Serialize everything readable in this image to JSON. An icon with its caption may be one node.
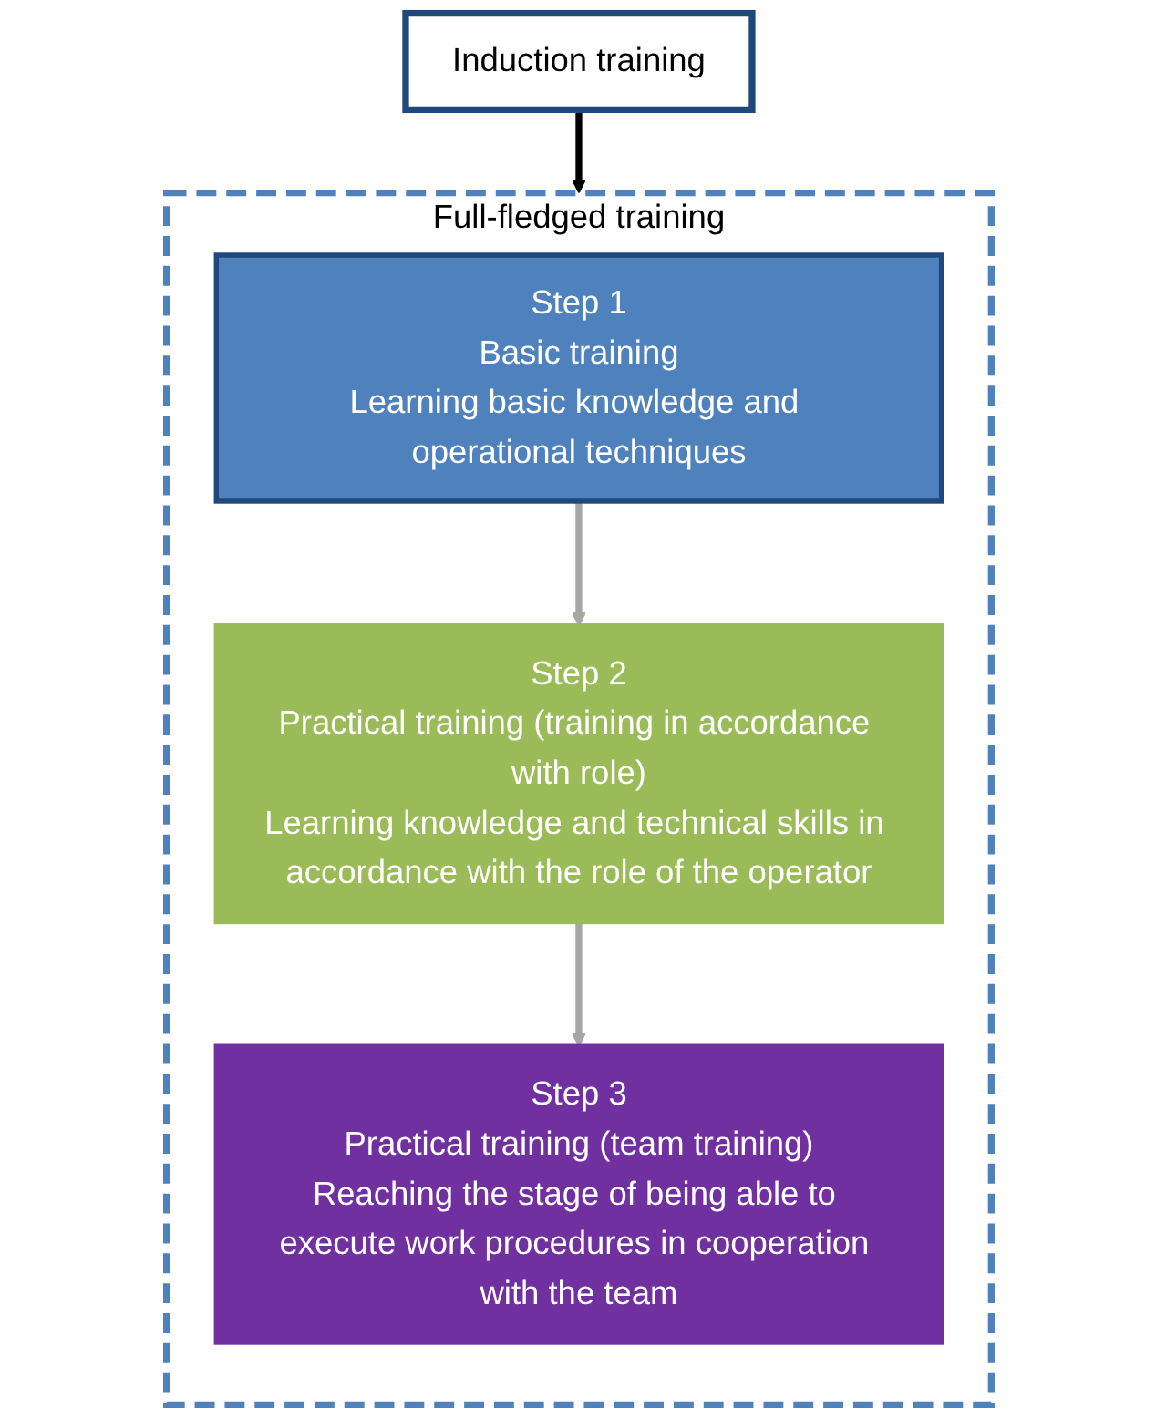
{
  "diagram": {
    "nodes": [
      {
        "text": [
          "Induction training"
        ]
      },
      {
        "text": [
          "Full-fledged training"
        ]
      },
      {
        "text": [
          "Step 1",
          "Basic training",
          "Learning basic knowledge and operational techniques"
        ],
        "in": 1
      },
      {
        "text": [
          "Step 2",
          "Practical training (training in accordance with role)",
          "Learning knowledge and technical skills in accordance with the role of the operator"
        ],
        "in": 1
      },
      {
        "text": [
          "Step 3",
          "Practical training (team training)",
          "Reaching the stage of being able to execute work procedures in cooperation with the team"
        ],
        "in": 1
      }
    ],
    "edges": [
      {
        "from": 0,
        "to": 1,
        "arrow": "to",
        "color": "#000000"
      },
      {
        "from": 2,
        "to": 3,
        "arrow": "to"
      },
      {
        "from": 3,
        "to": 4,
        "arrow": "to"
      }
    ]
  }
}
